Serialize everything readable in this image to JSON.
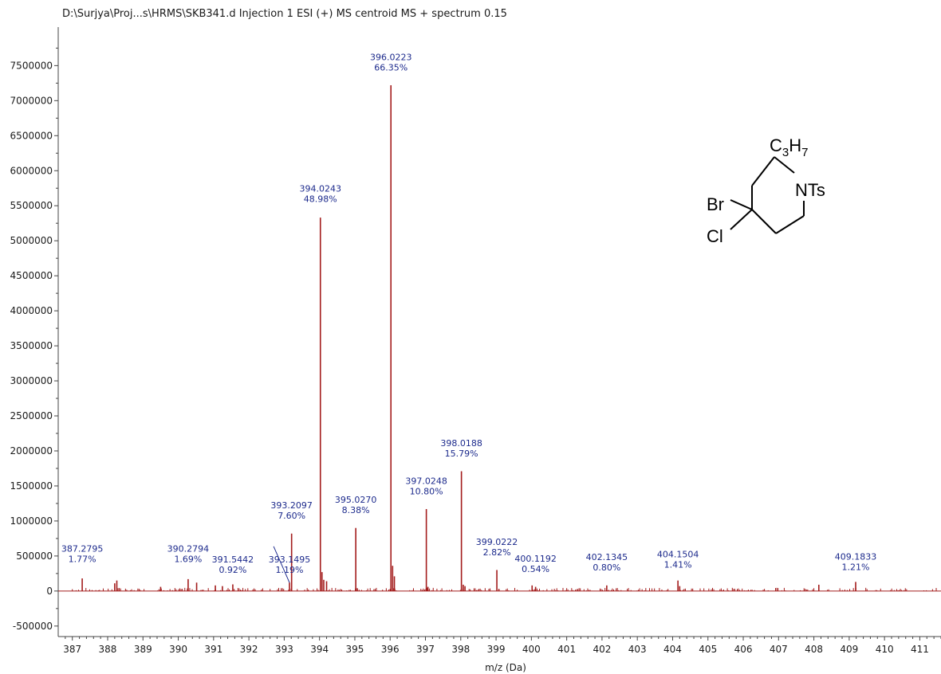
{
  "chart_data": {
    "type": "bar",
    "title": "D:\\Surjya\\Proj...s\\HRMS\\SKB341.d Injection 1 ESI (+) MS centroid MS + spectrum 0.15",
    "xlabel": "m/z (Da)",
    "ylabel": "",
    "xlim": [
      386.6,
      411.6
    ],
    "ylim": [
      -650000,
      8050000
    ],
    "x_ticks": [
      387,
      388,
      389,
      390,
      391,
      392,
      393,
      394,
      395,
      396,
      397,
      398,
      399,
      400,
      401,
      402,
      403,
      404,
      405,
      406,
      407,
      408,
      409,
      410,
      411
    ],
    "y_ticks": [
      -500000,
      0,
      500000,
      1000000,
      1500000,
      2000000,
      2500000,
      3000000,
      3500000,
      4000000,
      4500000,
      5000000,
      5500000,
      6000000,
      6500000,
      7000000,
      7500000
    ],
    "grid": false,
    "bar_color": "#a31c1c",
    "label_color": "#1c2a8c",
    "peaks": [
      {
        "x": 387.2795,
        "y": 180000,
        "mz": "387.2795",
        "pct": "1.77%"
      },
      {
        "x": 388.2,
        "y": 110000
      },
      {
        "x": 388.26,
        "y": 150000
      },
      {
        "x": 389.5,
        "y": 60000
      },
      {
        "x": 390.2794,
        "y": 170000,
        "mz": "390.2794",
        "pct": "1.69%"
      },
      {
        "x": 390.52,
        "y": 120000
      },
      {
        "x": 391.05,
        "y": 80000
      },
      {
        "x": 391.5442,
        "y": 95000,
        "mz": "391.5442",
        "pct": "0.92%"
      },
      {
        "x": 391.25,
        "y": 70000
      },
      {
        "x": 393.1495,
        "y": 120000,
        "mz": "393.1495",
        "pct": "1.19%"
      },
      {
        "x": 393.2097,
        "y": 820000,
        "mz": "393.2097",
        "pct": "7.60%"
      },
      {
        "x": 394.0243,
        "y": 5330000,
        "mz": "394.0243",
        "pct": "48.98%"
      },
      {
        "x": 394.07,
        "y": 270000
      },
      {
        "x": 394.12,
        "y": 160000
      },
      {
        "x": 394.2,
        "y": 140000
      },
      {
        "x": 395.027,
        "y": 900000,
        "mz": "395.0270",
        "pct": "8.38%"
      },
      {
        "x": 395.07,
        "y": 40000
      },
      {
        "x": 396.0223,
        "y": 7220000,
        "mz": "396.0223",
        "pct": "66.35%"
      },
      {
        "x": 396.07,
        "y": 360000
      },
      {
        "x": 396.12,
        "y": 210000
      },
      {
        "x": 397.0248,
        "y": 1170000,
        "mz": "397.0248",
        "pct": "10.80%"
      },
      {
        "x": 397.07,
        "y": 60000
      },
      {
        "x": 398.0188,
        "y": 1710000,
        "mz": "398.0188",
        "pct": "15.79%"
      },
      {
        "x": 398.07,
        "y": 90000
      },
      {
        "x": 398.12,
        "y": 70000
      },
      {
        "x": 399.0222,
        "y": 300000,
        "mz": "399.0222",
        "pct": "2.82%"
      },
      {
        "x": 399.08,
        "y": 30000
      },
      {
        "x": 400.1192,
        "y": 60000,
        "mz": "400.1192",
        "pct": "0.54%"
      },
      {
        "x": 400.02,
        "y": 80000
      },
      {
        "x": 402.1345,
        "y": 80000,
        "mz": "402.1345",
        "pct": "0.80%"
      },
      {
        "x": 404.1504,
        "y": 150000,
        "mz": "404.1504",
        "pct": "1.41%"
      },
      {
        "x": 404.2,
        "y": 70000
      },
      {
        "x": 408.14,
        "y": 90000
      },
      {
        "x": 409.1833,
        "y": 130000,
        "mz": "409.1833",
        "pct": "1.21%"
      }
    ],
    "annotations": [
      {
        "x": 387.2795,
        "mz": "387.2795",
        "pct": "1.77%",
        "label_y": 560000
      },
      {
        "x": 390.2794,
        "mz": "390.2794",
        "pct": "1.69%",
        "label_y": 560000
      },
      {
        "x": 391.5442,
        "mz": "391.5442",
        "pct": "0.92%",
        "label_y": 410000
      },
      {
        "x": 393.1495,
        "mz": "393.1495",
        "pct": "1.19%",
        "label_y": 410000
      },
      {
        "x": 393.2097,
        "mz": "393.2097",
        "pct": "7.60%",
        "label_y": 1180000
      },
      {
        "x": 394.0243,
        "mz": "394.0243",
        "pct": "48.98%",
        "label_y": 5700000
      },
      {
        "x": 395.027,
        "mz": "395.0270",
        "pct": "8.38%",
        "label_y": 1260000
      },
      {
        "x": 396.0223,
        "mz": "396.0223",
        "pct": "66.35%",
        "label_y": 7580000
      },
      {
        "x": 397.0248,
        "mz": "397.0248",
        "pct": "10.80%",
        "label_y": 1530000
      },
      {
        "x": 398.0188,
        "mz": "398.0188",
        "pct": "15.79%",
        "label_y": 2070000
      },
      {
        "x": 399.0222,
        "mz": "399.0222",
        "pct": "2.82%",
        "label_y": 660000
      },
      {
        "x": 400.1192,
        "mz": "400.1192",
        "pct": "0.54%",
        "label_y": 420000
      },
      {
        "x": 402.1345,
        "mz": "402.1345",
        "pct": "0.80%",
        "label_y": 440000
      },
      {
        "x": 404.1504,
        "mz": "404.1504",
        "pct": "1.41%",
        "label_y": 480000
      },
      {
        "x": 409.1833,
        "mz": "409.1833",
        "pct": "1.21%",
        "label_y": 450000
      }
    ],
    "structure": {
      "substituent_top": "C",
      "substituent_top_sub1": "3",
      "substituent_top_H": "H",
      "substituent_top_sub2": "7",
      "nitrogen_label": "NTs",
      "br_label": "Br",
      "cl_label": "Cl"
    }
  }
}
